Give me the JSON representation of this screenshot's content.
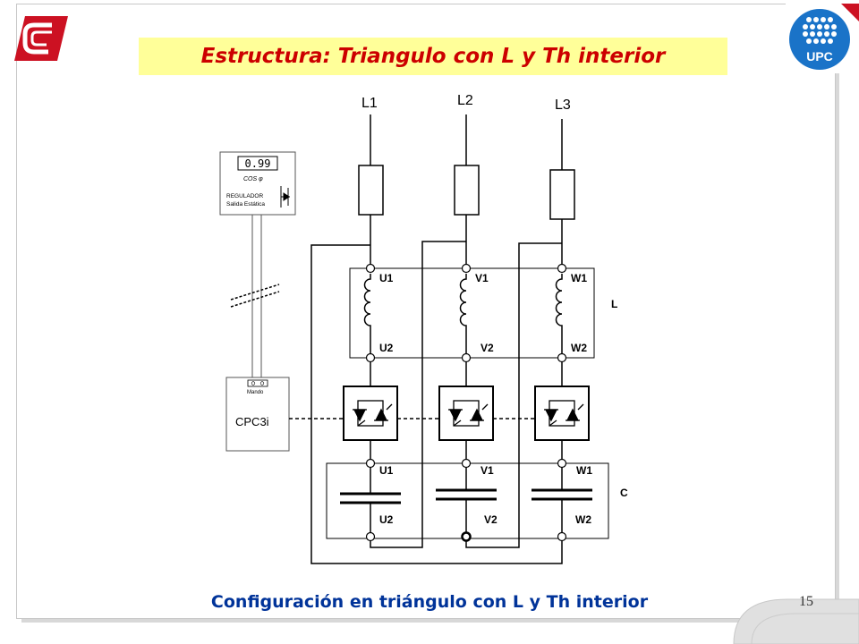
{
  "slide": {
    "title": "Estructura: Triangulo con L y Th interior",
    "caption": "Configuración en triángulo con L y Th interior",
    "page_number": "15"
  },
  "logos": {
    "left": "company-c-logo",
    "right": "UPC",
    "right_bg": "#1a73c8"
  },
  "diagram": {
    "phases": [
      "L1",
      "L2",
      "L3"
    ],
    "regulator": {
      "display": "0.99",
      "cos_label": "COS φ",
      "line1": "REGULADOR",
      "line2": "Salida Estática"
    },
    "controller": {
      "small_label": "Mando",
      "name": "CPC3i"
    },
    "inductor_group_label": "L",
    "capacitor_group_label": "C",
    "inductor_terminals": {
      "top": [
        "U1",
        "V1",
        "W1"
      ],
      "bottom": [
        "U2",
        "V2",
        "W2"
      ]
    },
    "capacitor_terminals": {
      "top": [
        "U1",
        "V1",
        "W1"
      ],
      "bottom": [
        "U2",
        "V2",
        "W2"
      ]
    }
  },
  "colors": {
    "title": "#cc0000",
    "title_bg": "#ffff99",
    "caption": "#003399",
    "logo_red": "#cc1122"
  }
}
